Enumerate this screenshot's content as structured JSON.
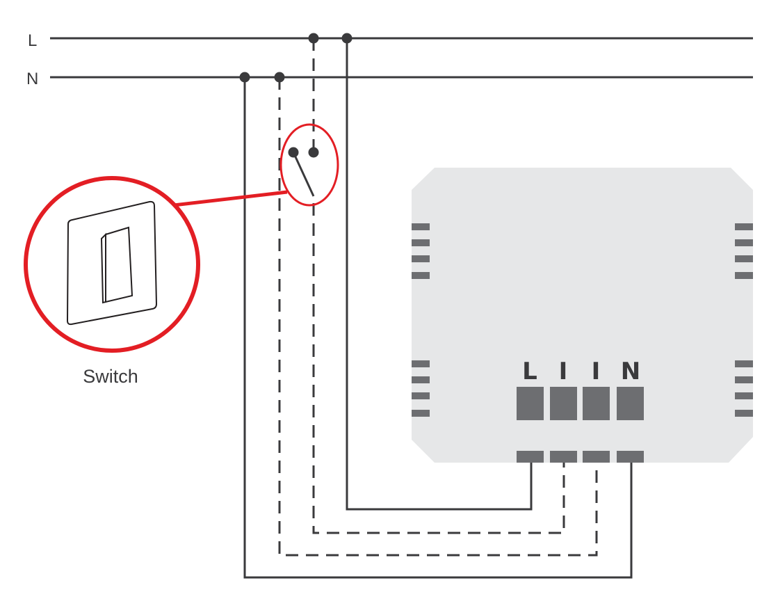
{
  "lines": {
    "live_label": "L",
    "neutral_label": "N"
  },
  "switch": {
    "caption": "Switch"
  },
  "module": {
    "terminals": [
      "L",
      "I",
      "I",
      "N"
    ]
  },
  "colors": {
    "wire": "#3a3a3c",
    "highlight": "#e31e24",
    "module_body": "#e6e7e8",
    "terminal": "#6d6e71"
  }
}
